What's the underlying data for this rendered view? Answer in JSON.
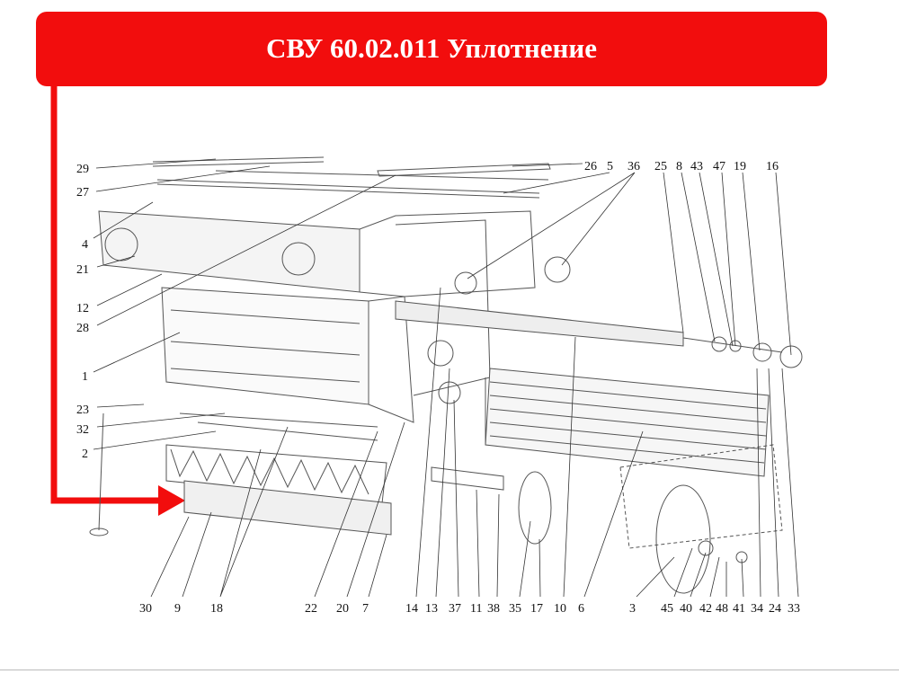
{
  "title": "СВУ 60.02.011 Уплотнение",
  "colors": {
    "banner": "#f20d0d",
    "arrow": "#f20d0d",
    "drawing": "#555555"
  },
  "labels": {
    "left": [
      "29",
      "27",
      "4",
      "21",
      "12",
      "28",
      "1",
      "23",
      "32",
      "2"
    ],
    "top": [
      "26",
      "5",
      "36",
      "25",
      "8",
      "43",
      "47",
      "19",
      "16"
    ],
    "bottom": [
      "30",
      "9",
      "18",
      "22",
      "20",
      "7",
      "14",
      "13",
      "37",
      "11",
      "38",
      "35",
      "17",
      "10",
      "6",
      "3",
      "45",
      "40",
      "42",
      "48",
      "41",
      "34",
      "24",
      "33"
    ]
  }
}
